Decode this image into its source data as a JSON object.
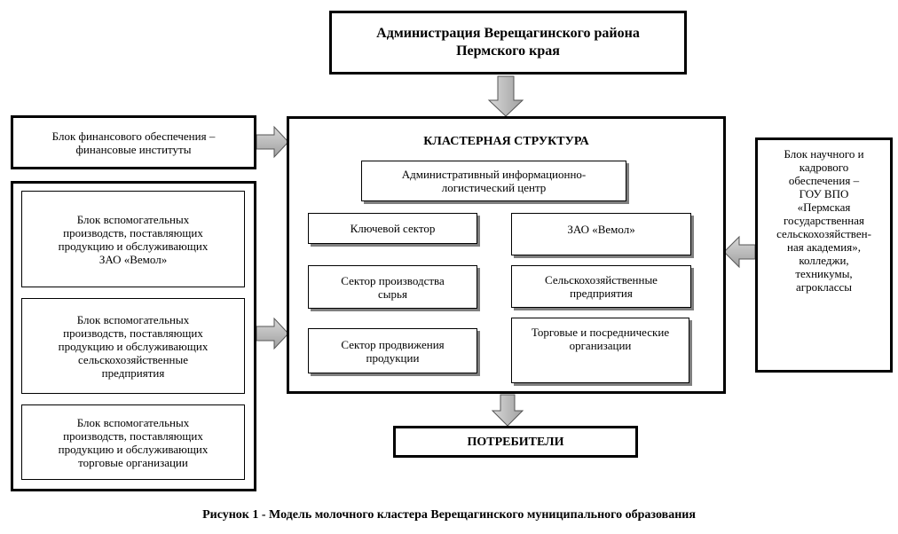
{
  "admin": {
    "text": "Администрация Верещагинского района\nПермского края"
  },
  "finance_block": {
    "text": "Блок финансового обеспечения –\nфинансовые институты"
  },
  "cluster": {
    "title": "КЛАСТЕРНАЯ СТРУКТУРА",
    "center": "Административный информационно-\nлогистический центр",
    "key_sector": "Ключевой сектор",
    "key_entity": "ЗАО «Вемол»",
    "raw_sector": "Сектор производства\nсырья",
    "raw_entity": "Сельскохозяйственные\nпредприятия",
    "promo_sector": "Сектор продвижения\nпродукции",
    "promo_entity": "Торговые и посреднические\nорганизации"
  },
  "support_blocks": [
    "Блок вспомогательных\nпроизводств, поставляющих\nпродукцию и обслуживающих\nЗАО «Вемол»",
    "Блок вспомогательных\nпроизводств, поставляющих\nпродукцию и обслуживающих\nсельскохозяйственные\nпредприятия",
    "Блок вспомогательных\nпроизводств, поставляющих\nпродукцию и обслуживающих\nторговые организации"
  ],
  "science_block": {
    "text": "Блок научного и\nкадрового\nобеспечения –\nГОУ ВПО\n«Пермская\nгосударственная\nсельскохозяйствен-\nная академия»,\nколледжи,\nтехникумы,\nагроклассы"
  },
  "consumers": {
    "text": "ПОТРЕБИТЕЛИ"
  },
  "caption": {
    "text": "Рисунок 1 - Модель молочного кластера  Верещагинского муниципального образования"
  }
}
